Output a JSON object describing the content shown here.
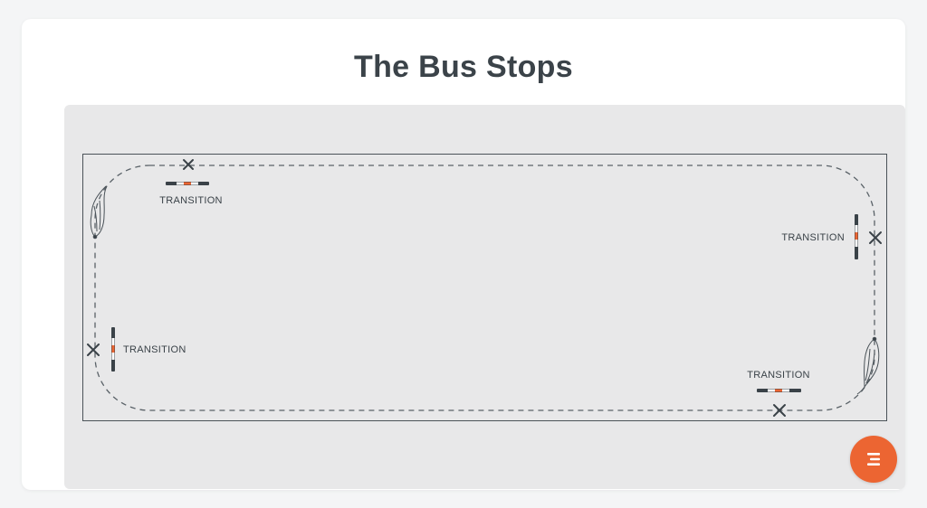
{
  "title": "The Bus Stops",
  "diagram": {
    "labels": {
      "top_left": "TRANSITION",
      "right": "TRANSITION",
      "left": "TRANSITION",
      "bottom_right": "TRANSITION"
    }
  },
  "colors": {
    "accent": "#ec6532",
    "panel": "#e8e8e9",
    "ink": "#3a4248"
  },
  "menu_button": {
    "icon": "menu-icon"
  }
}
